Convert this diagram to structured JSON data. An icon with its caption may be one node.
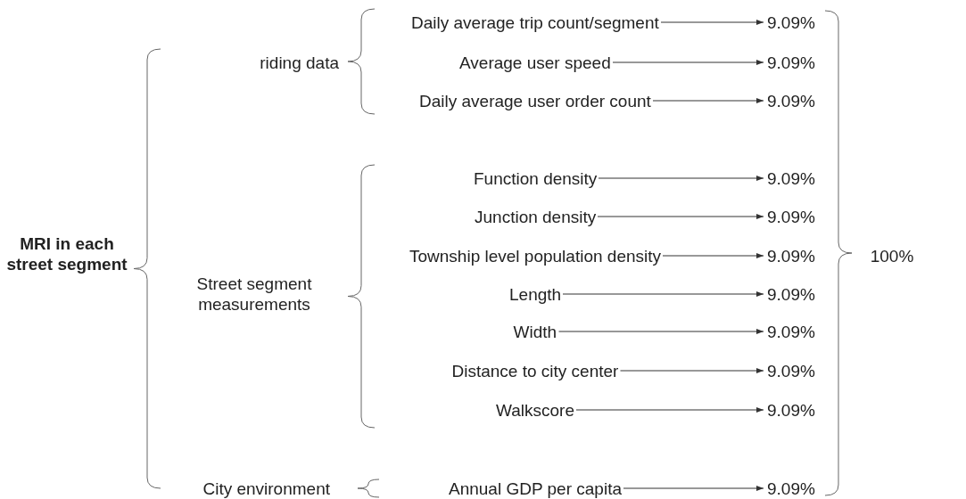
{
  "diagram": {
    "nodes": [
      {
        "text": [
          "MRI in each street segment"
        ]
      },
      {
        "text": [
          "riding data"
        ]
      },
      {
        "text": [
          "Daily average trip count/segment"
        ]
      },
      {
        "text": [
          "Average user speed"
        ]
      },
      {
        "text": [
          "Daily average user order count"
        ]
      },
      {
        "text": [
          "Street segment measurements"
        ]
      },
      {
        "text": [
          "Function density"
        ]
      },
      {
        "text": [
          "Junction density"
        ]
      },
      {
        "text": [
          "Township level population density"
        ]
      },
      {
        "text": [
          "Length"
        ]
      },
      {
        "text": [
          "Width"
        ]
      },
      {
        "text": [
          "Distance to city center"
        ]
      },
      {
        "text": [
          "Walkscore"
        ]
      },
      {
        "text": [
          "City environment"
        ]
      },
      {
        "text": [
          "Annual GDP per capita"
        ]
      },
      {
        "text": [
          "9.09%"
        ]
      },
      {
        "text": [
          "9.09%"
        ]
      },
      {
        "text": [
          "9.09%"
        ]
      },
      {
        "text": [
          "9.09%"
        ]
      },
      {
        "text": [
          "9.09%"
        ]
      },
      {
        "text": [
          "9.09%"
        ]
      },
      {
        "text": [
          "9.09%"
        ]
      },
      {
        "text": [
          "9.09%"
        ]
      },
      {
        "text": [
          "9.09%"
        ]
      },
      {
        "text": [
          "9.09%"
        ]
      },
      {
        "text": [
          "9.09%"
        ]
      },
      {
        "text": [
          "100%"
        ]
      }
    ],
    "edges": [
      {
        "from": 2,
        "to": 15,
        "arrow": "to"
      },
      {
        "from": 3,
        "to": 16,
        "arrow": "to"
      },
      {
        "from": 4,
        "to": 17,
        "arrow": "to"
      },
      {
        "from": 6,
        "to": 18,
        "arrow": "to"
      },
      {
        "from": 7,
        "to": 19,
        "arrow": "to"
      },
      {
        "from": 8,
        "to": 20,
        "arrow": "to"
      },
      {
        "from": 9,
        "to": 21,
        "arrow": "to"
      },
      {
        "from": 10,
        "to": 22,
        "arrow": "to"
      },
      {
        "from": 11,
        "to": 23,
        "arrow": "to"
      },
      {
        "from": 12,
        "to": 24,
        "arrow": "to"
      },
      {
        "from": 14,
        "to": 25,
        "arrow": "to"
      }
    ]
  }
}
